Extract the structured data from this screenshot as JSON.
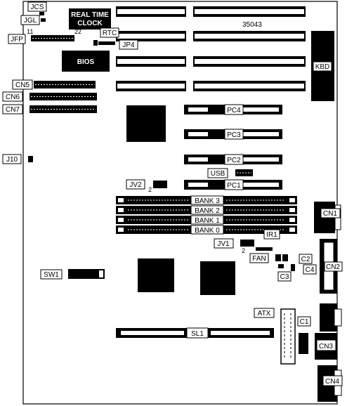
{
  "board": {
    "model_number": "35043",
    "rtc_chip_text": "REAL TIME\nCLOCK",
    "bios_chip_text": "BIOS"
  },
  "labels": {
    "JCS": "JCS",
    "JGL": "JGL",
    "JFP": "JFP",
    "JFP_pin_left": "11",
    "JFP_pin_right": "22",
    "RTC": "RTC",
    "JP4": "JP4",
    "KBD": "KBD",
    "CN5": "CN5",
    "CN6": "CN6",
    "CN7": "CN7",
    "PC1": "PC1",
    "PC2": "PC2",
    "PC3": "PC3",
    "PC4": "PC4",
    "J10": "J10",
    "USB": "USB",
    "JV2": "JV2",
    "JV2_pin": "2",
    "BANK3": "BANK 3",
    "BANK2": "BANK 2",
    "BANK1": "BANK 1",
    "BANK0": "BANK 0",
    "CN1": "CN1",
    "CN2": "CN2",
    "CN3": "CN3",
    "CN4": "CN4",
    "IR1": "IR1",
    "JV1": "JV1",
    "JV1_pin": "2",
    "FAN": "FAN",
    "C2": "C2",
    "C3": "C3",
    "C4": "C4",
    "SW1": "SW1",
    "ATX": "ATX",
    "C1": "C1",
    "SL1": "SL1"
  },
  "colors": {
    "ink": "#000000",
    "paper": "#ffffff"
  }
}
